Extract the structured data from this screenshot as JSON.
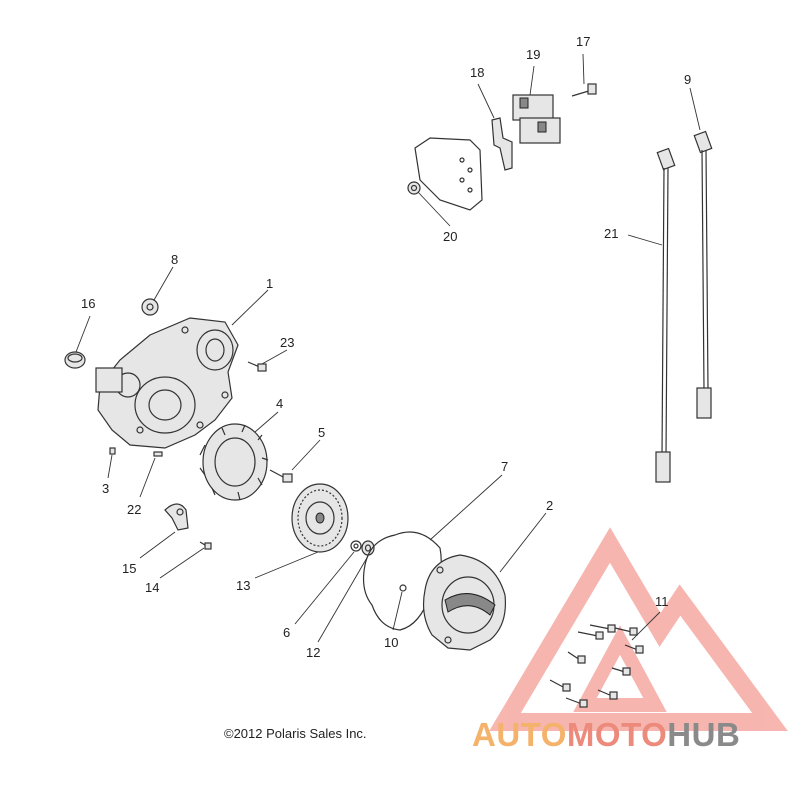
{
  "diagram": {
    "copyright": "©2012 Polaris Sales Inc.",
    "callouts": [
      "1",
      "2",
      "3",
      "4",
      "5",
      "6",
      "7",
      "8",
      "9",
      "10",
      "11",
      "12",
      "13",
      "14",
      "15",
      "16",
      "17",
      "18",
      "19",
      "20",
      "21",
      "22",
      "23"
    ]
  },
  "watermark": {
    "part1": "AUTO",
    "part2": "MOTO",
    "part3": "HUB",
    "colors": {
      "triangle": "#f07a6e",
      "auto": "#f4b26a",
      "moto": "#ec8a7c",
      "hub": "#8a8a8a"
    }
  }
}
